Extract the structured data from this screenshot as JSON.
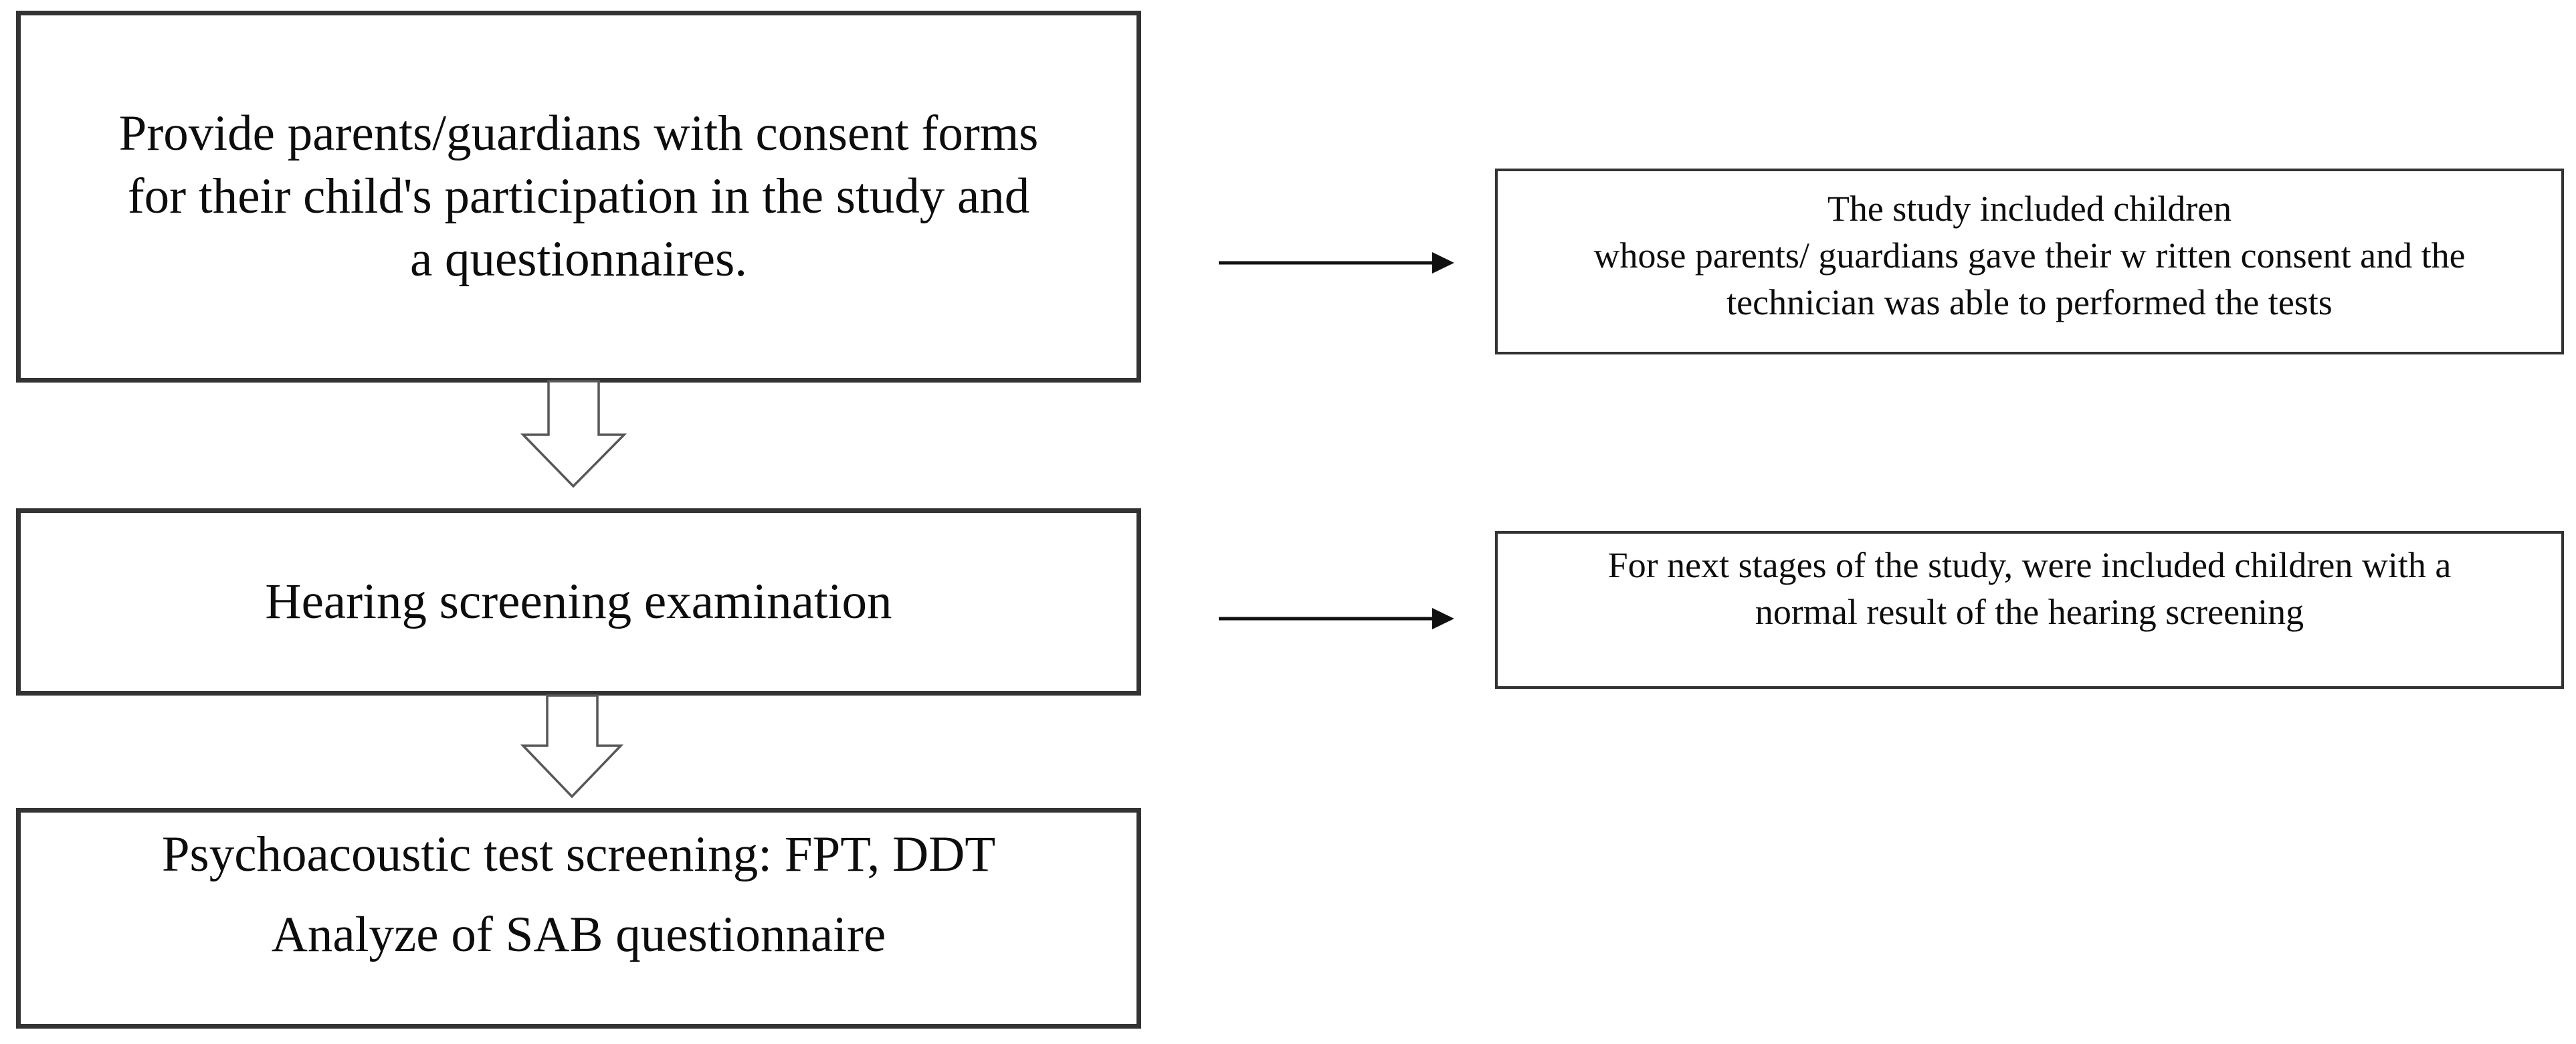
{
  "flowchart": {
    "background_color": "#ffffff",
    "box_border_color": "#333333",
    "text_color": "#0d0d0d",
    "block_arrow_outline_color": "#575757",
    "block_arrow_fill_color": "#ffffff",
    "connector_arrow_color": "#111111",
    "steps": [
      {
        "id": "step-1",
        "lines": [
          "Provide parents/guardians with consent forms",
          "for their child's participation in the study and",
          "a questionnaires."
        ]
      },
      {
        "id": "step-2",
        "lines": [
          "Hearing screening examination"
        ]
      },
      {
        "id": "step-3",
        "lines": [
          "Psychoacoustic test screening: FPT, DDT",
          "Analyze of SAB questionnaire"
        ]
      }
    ],
    "notes": [
      {
        "id": "note-1",
        "lines": [
          "The study included children",
          "whose parents/ guardians gave their w ritten consent and the",
          "technician was able to performed the tests"
        ]
      },
      {
        "id": "note-2",
        "lines": [
          "For next stages of the study, were included children with a",
          "normal result of the hearing screening"
        ]
      }
    ]
  }
}
